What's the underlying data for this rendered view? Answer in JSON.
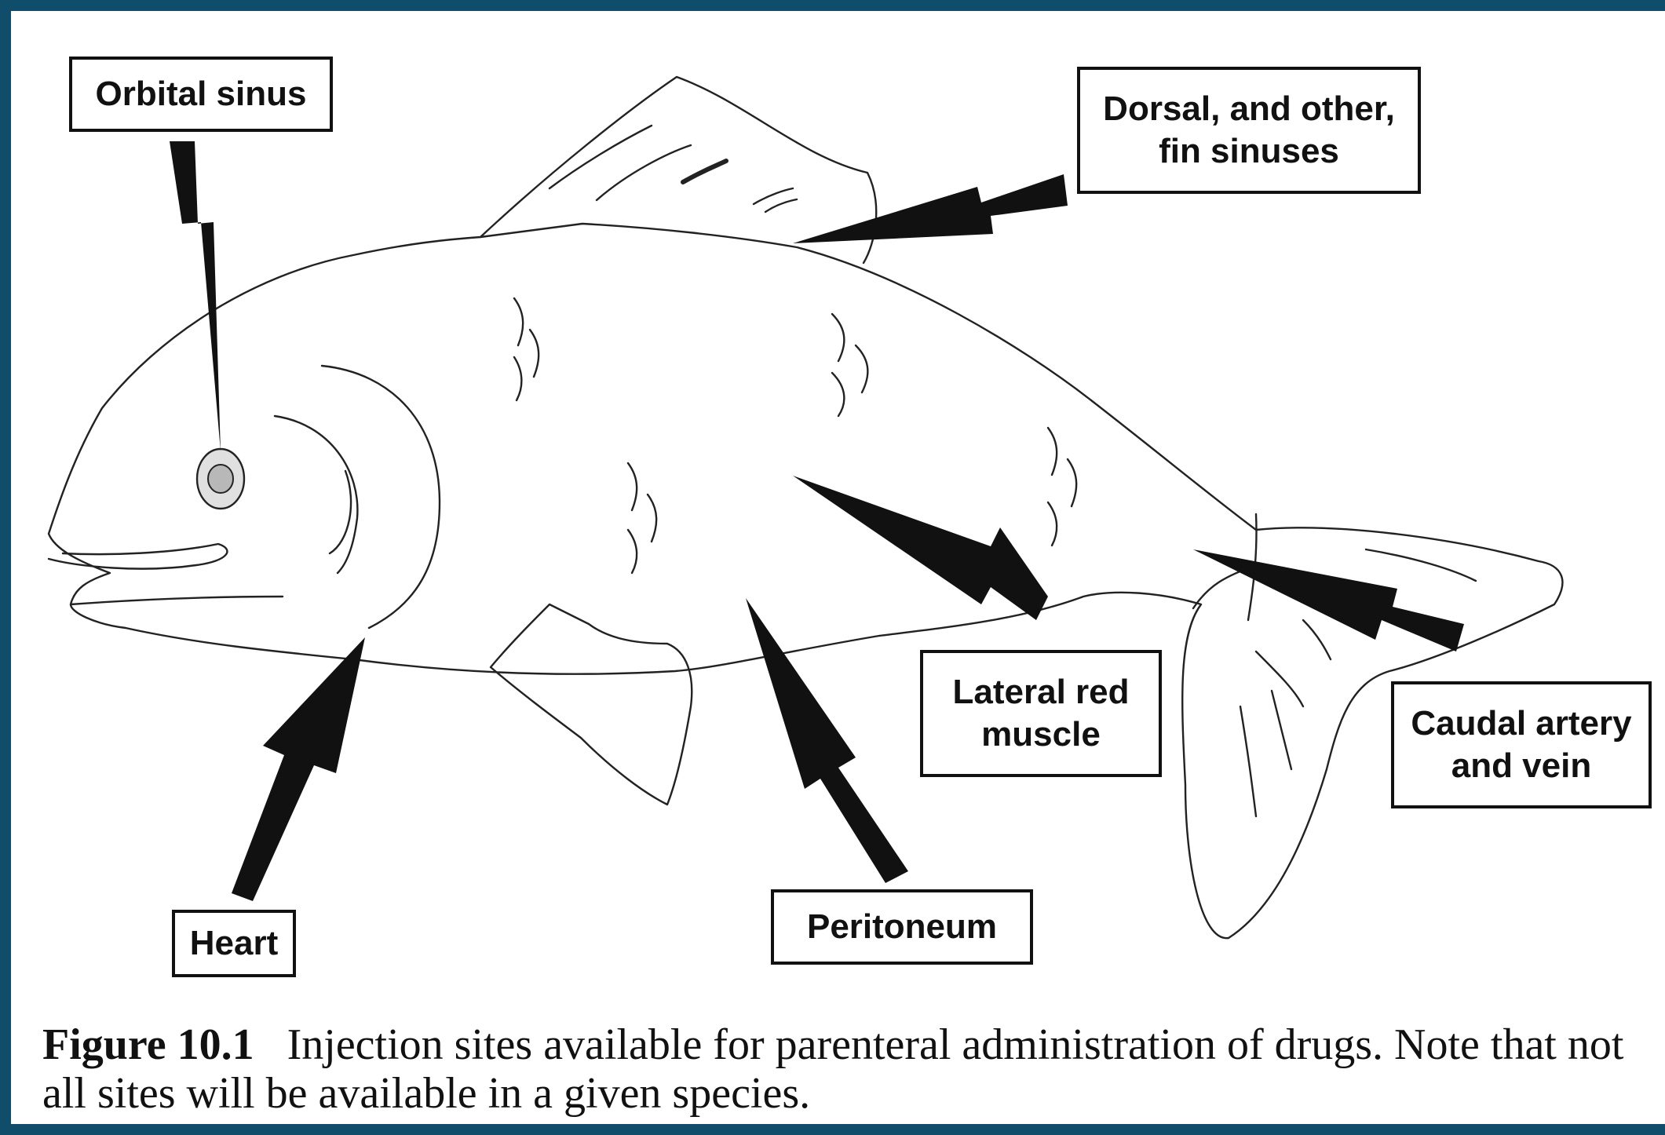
{
  "labels": {
    "orbital_sinus": "Orbital sinus",
    "dorsal_fin_sinuses": "Dorsal, and other,\nfin sinuses",
    "lateral_red_muscle": "Lateral red\nmuscle",
    "caudal_artery_vein": "Caudal artery\nand vein",
    "heart": "Heart",
    "peritoneum": "Peritoneum"
  },
  "caption": {
    "figure_number": "Figure 10.1",
    "text": "Injection sites available for parenteral administration of drugs. Note that not all sites will be available in a given species."
  },
  "colors": {
    "frame": "#0f4d6b",
    "ink": "#111111"
  }
}
